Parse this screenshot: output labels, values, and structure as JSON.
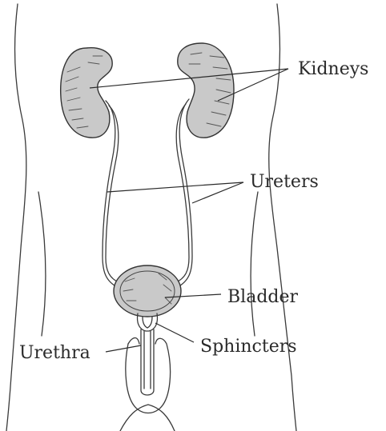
{
  "labels": {
    "kidneys": "Kidneys",
    "ureters": "Ureters",
    "bladder": "Bladder",
    "sphincters": "Sphincters",
    "urethra": "Urethra"
  },
  "colors": {
    "organ_fill": "#c9c9c9",
    "line": "#333333",
    "background": "#ffffff"
  }
}
